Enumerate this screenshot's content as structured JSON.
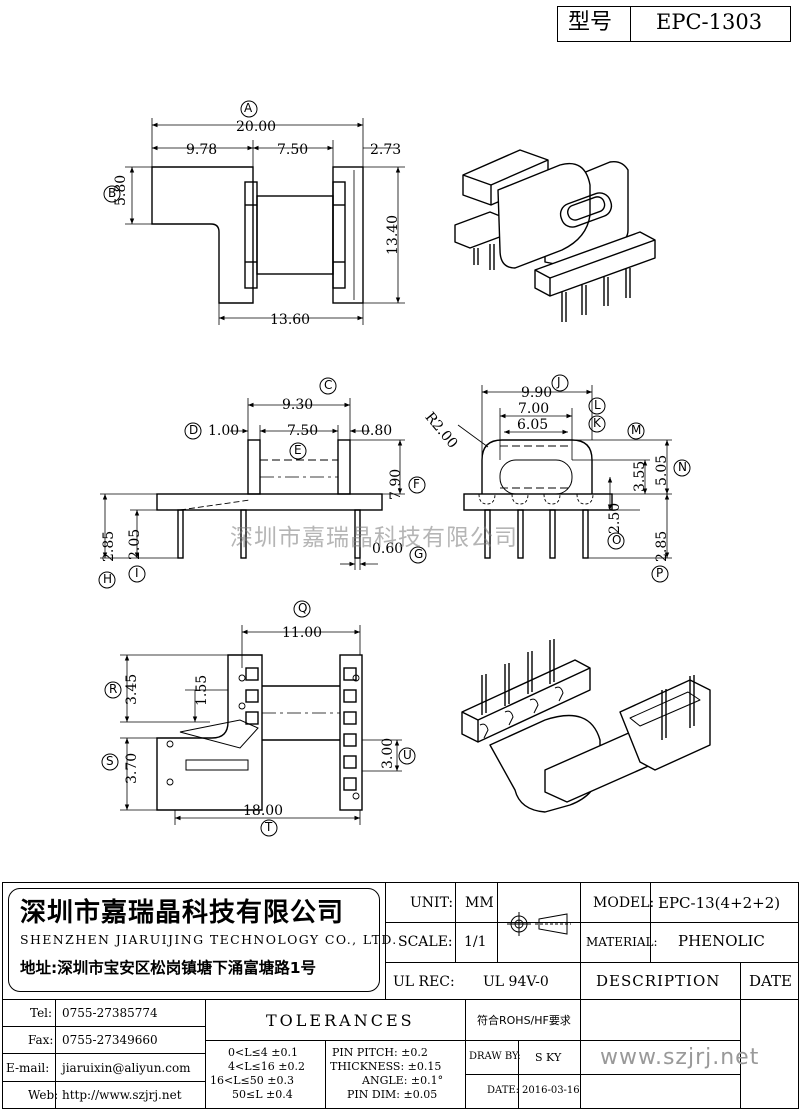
{
  "header": {
    "model_label": "型号",
    "model_value": "EPC-1303"
  },
  "watermark": "深圳市嘉瑞晶科技有限公司",
  "dims": {
    "top": {
      "A": "20.00",
      "d978": "9.78",
      "d750": "7.50",
      "d273": "2.73",
      "d580": "5.80",
      "d1340": "13.40",
      "d1360": "13.60"
    },
    "front": {
      "d930": "9.30",
      "d100": "1.00",
      "d750": "7.50",
      "d080": "0.80",
      "d790": "7.90",
      "d285": "2.85",
      "d205": "2.05",
      "d060": "0.60"
    },
    "side": {
      "d990": "9.90",
      "d700": "7.00",
      "d605": "6.05",
      "r200": "R2.00",
      "d355": "3.55",
      "d505": "5.05",
      "d250": "2.50",
      "d285": "2.85"
    },
    "bottom": {
      "d1100": "11.00",
      "d345": "3.45",
      "d155": "1.55",
      "d370": "3.70",
      "d300": "3.00",
      "d1800": "18.00"
    }
  },
  "markers": [
    "A",
    "B",
    "C",
    "D",
    "E",
    "F",
    "G",
    "H",
    "I",
    "J",
    "K",
    "L",
    "M",
    "N",
    "O",
    "P",
    "Q",
    "R",
    "S",
    "T",
    "U"
  ],
  "title_block": {
    "company_cn": "深圳市嘉瑞晶科技有限公司",
    "company_en": "SHENZHEN JIARUIJING TECHNOLOGY CO., LTD.",
    "address": "地址:深圳市宝安区松岗镇塘下涌富塘路1号",
    "unit_label": "UNIT:",
    "unit_value": "MM",
    "scale_label": "SCALE:",
    "scale_value": "1/1",
    "ulrec_label": "UL REC:",
    "ulrec_value": "UL 94V-0",
    "model_label": "MODEL:",
    "model_value": "EPC-13(4+2+2)",
    "material_label": "MATERIAL:",
    "material_value": "PHENOLIC",
    "description_label": "DESCRIPTION",
    "date_label": "DATE",
    "tel_label": "Tel:",
    "tel_value": "0755-27385774",
    "fax_label": "Fax:",
    "fax_value": "0755-27349660",
    "email_label": "E-mail:",
    "email_value": "jiaruixin@aliyun.com",
    "web_label": "Web:",
    "web_value": "http://www.szjrj.net",
    "tolerances_label": "TOLERANCES",
    "rohs": "符合ROHS/HF要求",
    "tol_rows": [
      "0<L≤4 ±0.1",
      "4<L≤16 ±0.2",
      "16<L≤50 ±0.3",
      "50≤L ±0.4"
    ],
    "pin_rows": [
      "PIN PITCH: ±0.2",
      "THICKNESS: ±0.15",
      "ANGLE: ±0.1°",
      "PIN DIM: ±0.05"
    ],
    "drawby_label": "DRAW BY:",
    "drawby_value": "S KY",
    "date_label2": "DATE:",
    "date_value": "2016-03-16",
    "site": "www.szjrj.net"
  }
}
